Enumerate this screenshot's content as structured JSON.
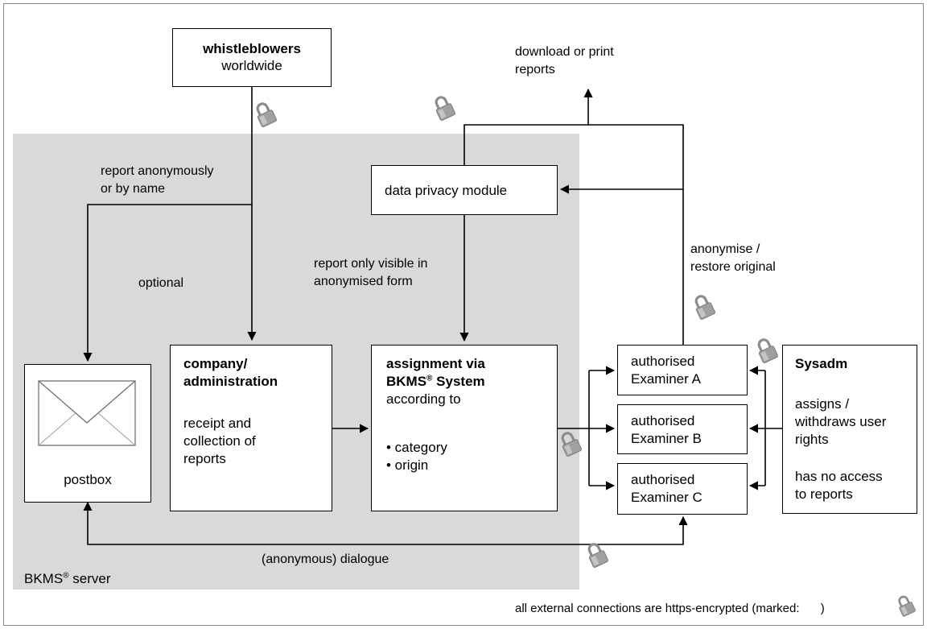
{
  "whistleblowers": {
    "title": "whistleblowers",
    "subtitle": "worldwide"
  },
  "download": {
    "line1": "download  or print",
    "line2": "reports"
  },
  "report_route": {
    "line1": "report anonymously",
    "line2": "or by name"
  },
  "optional_label": "optional",
  "privacy_module": "data privacy module",
  "anonymise": {
    "line1": "anonymise /",
    "line2": "restore original"
  },
  "report_visible": {
    "line1": "report only visible in",
    "line2": "anonymised form"
  },
  "postbox": {
    "label": "postbox"
  },
  "company": {
    "title1": "company/",
    "title2": "administration",
    "desc1": "receipt and",
    "desc2": "collection of",
    "desc3": "reports"
  },
  "assignment": {
    "title1": "assignment via",
    "title2_prefix": "BKMS",
    "registered": "®",
    "title2_suffix": " System",
    "line3": "according to",
    "bullet1": "• category",
    "bullet2": "• origin"
  },
  "examiners": [
    {
      "line1": "authorised",
      "line2": "Examiner  A"
    },
    {
      "line1": "authorised",
      "line2": "Examiner  B"
    },
    {
      "line1": "authorised",
      "line2": "Examiner  C"
    }
  ],
  "sysadm": {
    "title": "Sysadm",
    "l1": "assigns /",
    "l2": "withdraws user",
    "l3": "rights",
    "l4": "has no access",
    "l5": "to reports"
  },
  "dialogue": "(anonymous)  dialogue",
  "server_label": {
    "prefix": "BKMS",
    "registered": "®",
    "suffix": " server"
  },
  "footnote": {
    "text": "all external connections are https-encrypted (marked: ",
    "close": ")"
  },
  "colors": {
    "server_bg": "#d9d9d9",
    "frame": "#8a8a8a",
    "lock_body": "#9a9a9a",
    "envelope": "#707070"
  }
}
